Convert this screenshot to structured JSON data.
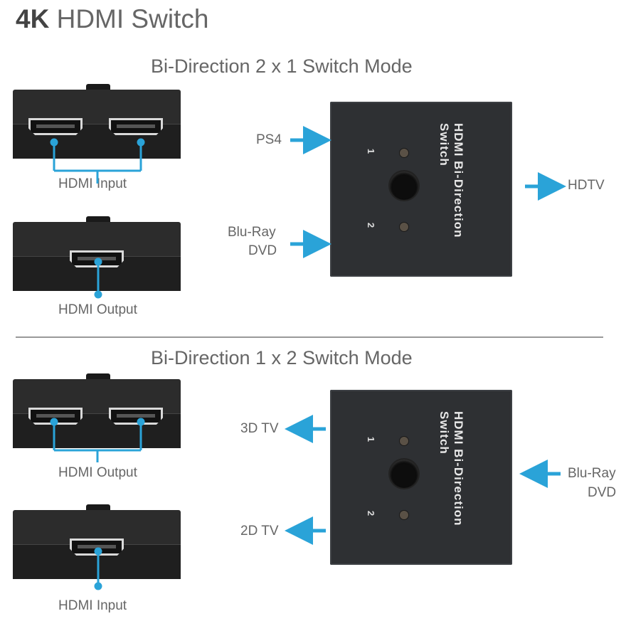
{
  "title": {
    "bold": "4K",
    "rest": "HDMI Switch"
  },
  "sections": [
    {
      "heading": "Bi-Direction 2 x 1 Switch Mode",
      "top_device_label": "HDMI Input",
      "bottom_device_label": "HDMI Output",
      "left_labels": [
        "PS4",
        "Blu-Ray",
        "DVD"
      ],
      "right_labels": [
        "HDTV"
      ]
    },
    {
      "heading": "Bi-Direction 1 x 2 Switch Mode",
      "top_device_label": "HDMI Output",
      "bottom_device_label": "HDMI Input",
      "left_labels": [
        "3D TV",
        "2D TV"
      ],
      "right_labels": [
        "Blu-Ray",
        "DVD"
      ]
    }
  ],
  "switch_box": {
    "brand": "HDMI Bi-Direction",
    "brand_line2": "Switch",
    "port1": "1",
    "port2": "2"
  },
  "colors": {
    "accent": "#2aa3d8",
    "device": "#2c2c2c",
    "text": "#666666"
  }
}
